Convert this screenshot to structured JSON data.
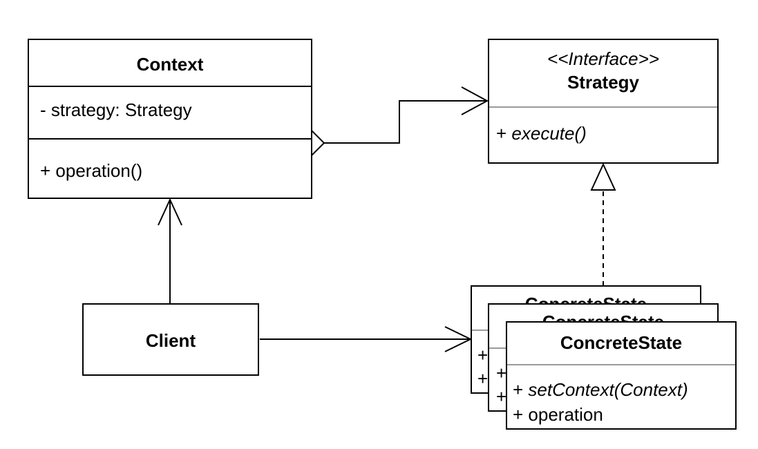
{
  "context": {
    "title": "Context",
    "attribute": "- strategy: Strategy",
    "method": "+ operation()"
  },
  "strategy": {
    "stereotype": "<<Interface>>",
    "title": "Strategy",
    "method_prefix": "+ ",
    "method_name": "execute()"
  },
  "client": {
    "title": "Client"
  },
  "concrete": {
    "title": "ConcreteState",
    "method1_prefix": "+ ",
    "method1_name": "setContext(Context)",
    "method2": "+ operation",
    "stack_fragment": "+"
  },
  "colors": {
    "line": "#000000",
    "separator_gray": "#9a9a9a",
    "background": "#ffffff"
  }
}
